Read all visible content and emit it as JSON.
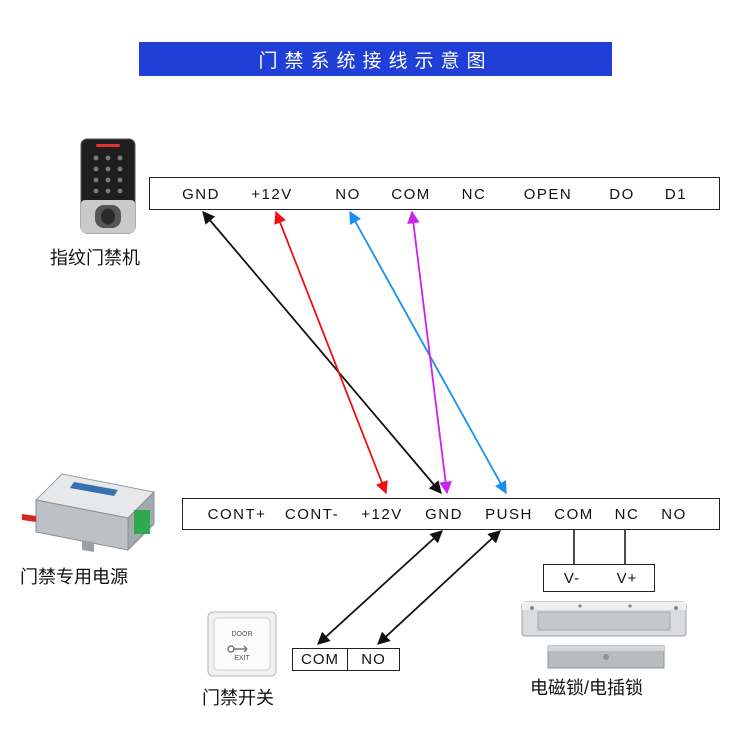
{
  "title": "门禁系统接线示意图",
  "devices": {
    "reader": {
      "caption": "指纹门禁机"
    },
    "power": {
      "caption": "门禁专用电源"
    },
    "exit_button": {
      "caption": "门禁开关",
      "label_top": "DOOR",
      "label_bottom": "EXIT"
    },
    "lock": {
      "caption": "电磁锁/电插锁"
    }
  },
  "reader_terminals": [
    "GND",
    "+12V",
    "NO",
    "COM",
    "NC",
    "OPEN",
    "DO",
    "D1"
  ],
  "power_terminals": [
    "CONT+",
    "CONT-",
    "+12V",
    "GND",
    "PUSH",
    "COM",
    "NC",
    "NO"
  ],
  "lock_terminals": [
    "V-",
    "V+"
  ],
  "button_terminals": [
    "COM",
    "NO"
  ],
  "connections": [
    {
      "from": "reader.GND",
      "to": "power.GND",
      "color": "#111111"
    },
    {
      "from": "reader.+12V",
      "to": "power.+12V",
      "color": "#ee1111"
    },
    {
      "from": "reader.NO",
      "to": "power.PUSH",
      "color": "#1a8ef0"
    },
    {
      "from": "reader.COM",
      "to": "power.GND",
      "color": "#cc22ee"
    },
    {
      "from": "button.COM",
      "to": "power.GND",
      "color": "#111111"
    },
    {
      "from": "button.NO",
      "to": "power.PUSH",
      "color": "#111111"
    },
    {
      "from": "power.COM",
      "to": "lock.V-",
      "color": "#111111"
    },
    {
      "from": "power.NC",
      "to": "lock.V+",
      "color": "#111111"
    }
  ],
  "colors": {
    "title_bg": "#1f3fd6",
    "title_text": "#ffffff"
  }
}
